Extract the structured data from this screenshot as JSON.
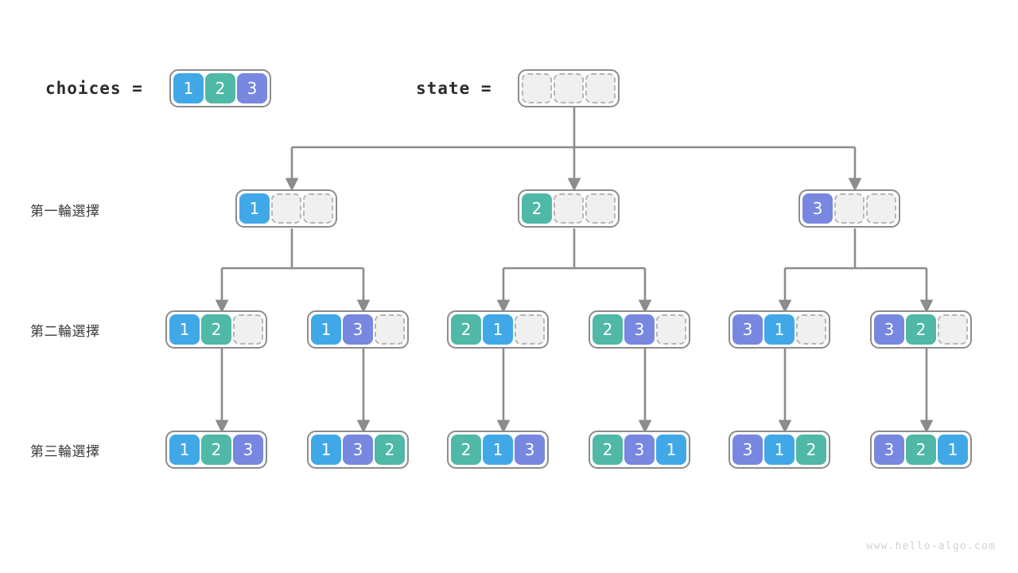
{
  "meta": {
    "watermark": "www.hello-algo.com",
    "colors": {
      "blue": "#41a8e8",
      "green": "#4fb8a6",
      "purple": "#7887e0",
      "empty_fill": "#f0f0f0",
      "empty_border": "#b5b5b5",
      "box_border": "#8c8c8c",
      "edge": "#8c8c8c",
      "text": "#3c3c3c"
    }
  },
  "header": {
    "choices_label": "choices =",
    "choices_values": [
      "1",
      "2",
      "3"
    ],
    "state_label": "state =",
    "state_values": [
      "",
      "",
      ""
    ]
  },
  "rows": [
    {
      "label": "第一輪選擇",
      "nodes": [
        {
          "values": [
            "1",
            "",
            ""
          ]
        },
        {
          "values": [
            "2",
            "",
            ""
          ]
        },
        {
          "values": [
            "3",
            "",
            ""
          ]
        }
      ]
    },
    {
      "label": "第二輪選擇",
      "nodes": [
        {
          "values": [
            "1",
            "2",
            ""
          ]
        },
        {
          "values": [
            "1",
            "3",
            ""
          ]
        },
        {
          "values": [
            "2",
            "1",
            ""
          ]
        },
        {
          "values": [
            "2",
            "3",
            ""
          ]
        },
        {
          "values": [
            "3",
            "1",
            ""
          ]
        },
        {
          "values": [
            "3",
            "2",
            ""
          ]
        }
      ]
    },
    {
      "label": "第三輪選擇",
      "nodes": [
        {
          "values": [
            "1",
            "2",
            "3"
          ]
        },
        {
          "values": [
            "1",
            "3",
            "2"
          ]
        },
        {
          "values": [
            "2",
            "1",
            "3"
          ]
        },
        {
          "values": [
            "2",
            "3",
            "1"
          ]
        },
        {
          "values": [
            "3",
            "1",
            "2"
          ]
        },
        {
          "values": [
            "3",
            "2",
            "1"
          ]
        }
      ]
    }
  ]
}
